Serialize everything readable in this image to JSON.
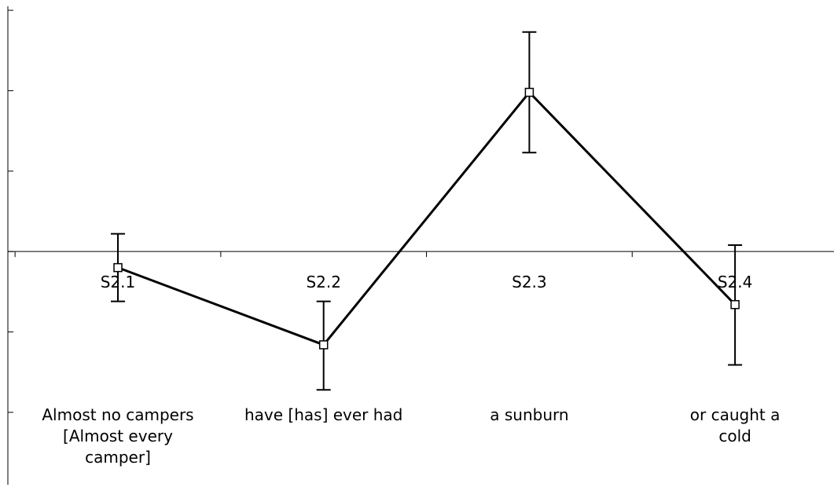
{
  "chart_data": {
    "type": "line",
    "categories": [
      "S2.1",
      "S2.2",
      "S2.3",
      "S2.4"
    ],
    "phrases": [
      [
        "Almost no campers",
        "[Almost every",
        "camper]"
      ],
      [
        "have [has] ever had"
      ],
      [
        "a sunburn"
      ],
      [
        "or caught a",
        "cold"
      ]
    ],
    "series": [
      {
        "values": [
          -0.2,
          -1.16,
          1.98,
          -0.66
        ],
        "error_low": [
          -0.62,
          -1.72,
          1.23,
          -1.41
        ],
        "error_high": [
          0.22,
          -0.62,
          2.73,
          0.08
        ]
      }
    ],
    "ylim": [
      -2.9,
      3.05
    ],
    "yticks": [
      -2,
      -1,
      0,
      1,
      2,
      3
    ],
    "grid": false,
    "line_color": "#000000",
    "marker": "hollow-square"
  }
}
